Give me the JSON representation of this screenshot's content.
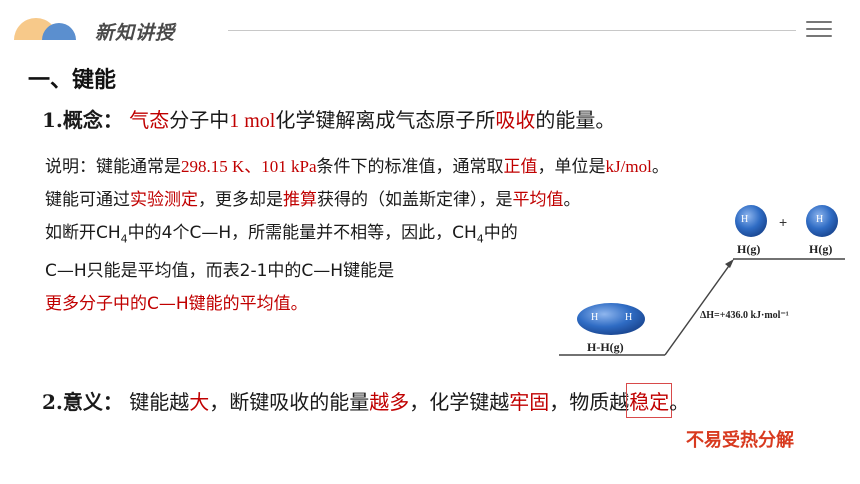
{
  "header": {
    "title": "新知讲授"
  },
  "section": {
    "title": "一、键能"
  },
  "concept": {
    "label_num": "1.",
    "label": "概念：",
    "p1": "气态",
    "p2": "分子中",
    "p3": "1 mol",
    "p4": "化学键解离成气态原子所",
    "p5": "吸收",
    "p6": "的能量。"
  },
  "notes": {
    "l1a": "说明：键能通常是",
    "l1b": "298.15 K、101 kPa",
    "l1c": "条件下的标准值，通常取",
    "l1d": "正值",
    "l1e": "，单位是",
    "l1f": "kJ/mol",
    "l1g": "。",
    "l2a": "键能可通过",
    "l2b": "实验测定",
    "l2c": "，更多却是",
    "l2d": "推算",
    "l2e": "获得的（如盖斯定律），是",
    "l2f": "平均值",
    "l2g": "。",
    "l3a": "如断开CH",
    "l3sub": "4",
    "l3b": "中的4个C—H，所需能量并不相等，因此，CH",
    "l3sub2": "4",
    "l3c": "中的",
    "l4": "C—H只能是平均值，而表2-1中的C—H键能是",
    "l5": "更多分子中的C—H键能的平均值。"
  },
  "meaning": {
    "label_num": "2.",
    "label": "意义：",
    "p1": "键能越",
    "p2": "大",
    "p3": "，断键吸收的能量",
    "p4": "越多",
    "p5": "，化学键越",
    "p6": "牢固",
    "p7": "，物质越",
    "p8": "稳定",
    "p9": "。",
    "caption": "不易受热分解"
  },
  "diagram": {
    "atom1": "H",
    "atom2": "H",
    "plus": "+",
    "product1_label": "H(g)",
    "product2_label": "H(g)",
    "mol_atom1": "H",
    "mol_atom2": "H",
    "reactant_label": "H-H(g)",
    "delta": "ΔH=+436.0 kJ·mol⁻¹"
  },
  "colors": {
    "accent_red": "#c00000",
    "caption": "#d83a1f",
    "atom_blue": "#2f6cc4"
  }
}
